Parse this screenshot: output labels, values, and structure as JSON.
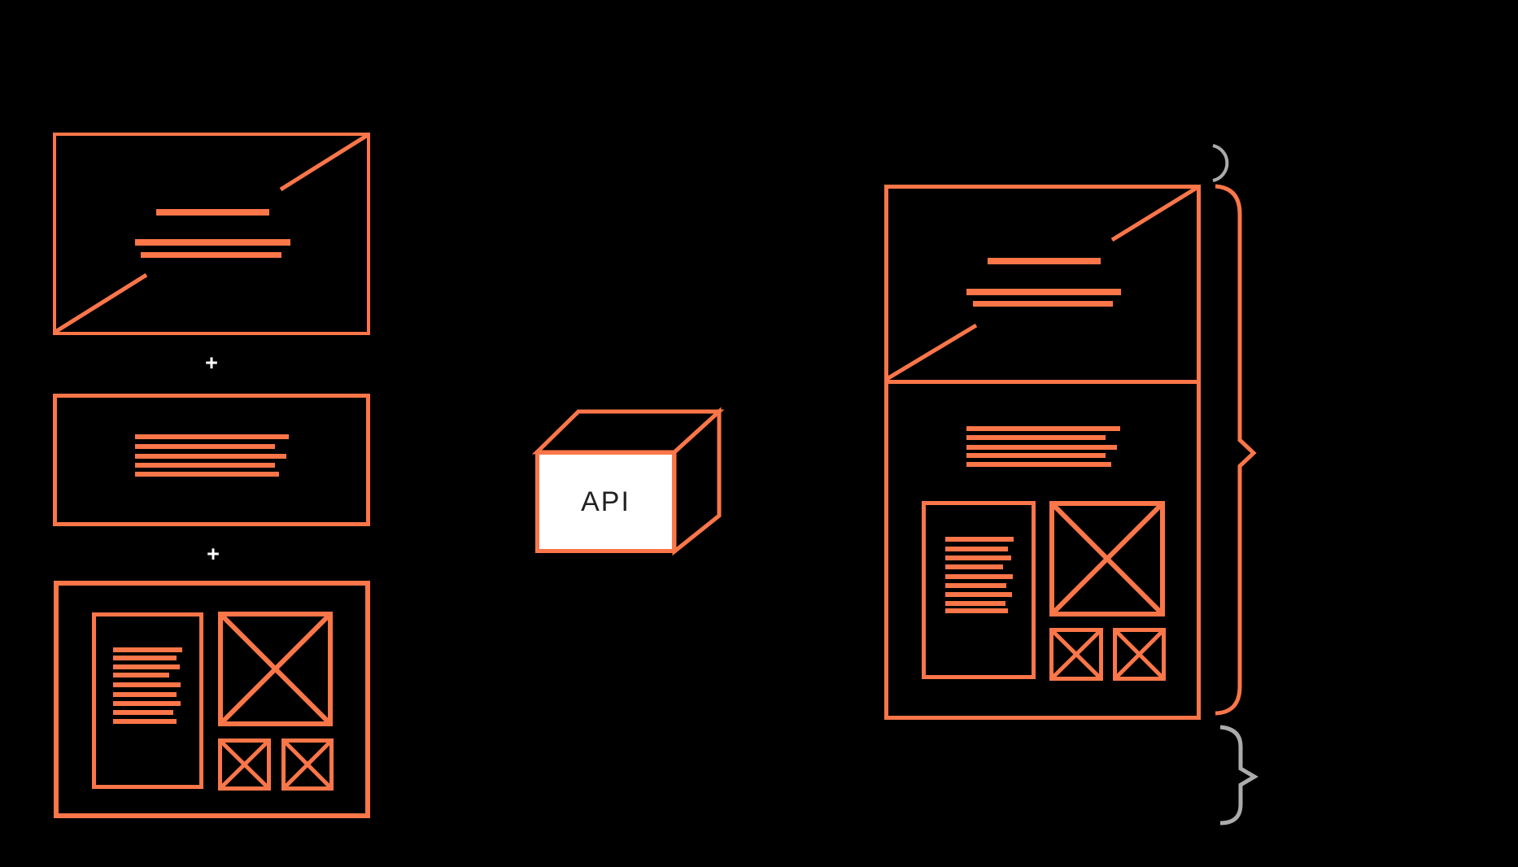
{
  "colors": {
    "background": "#000000",
    "accent_orange": "#FB7649",
    "brace_gray": "#ABABAB",
    "plus_white": "#FFFFFF",
    "cube_face": "#FFFFFF",
    "cube_text": "#222222"
  },
  "left_column": {
    "plus_top": "+",
    "plus_bottom": "+",
    "blocks": [
      {
        "name": "hero-image-wireframe"
      },
      {
        "name": "text-block-wireframe"
      },
      {
        "name": "article-wireframe"
      }
    ]
  },
  "cube": {
    "label": "API"
  },
  "result": {
    "name": "assembled-page-wireframe"
  },
  "braces": {
    "top_arc": "header-arc",
    "main": "page-brace",
    "footer": "footer-brace"
  }
}
